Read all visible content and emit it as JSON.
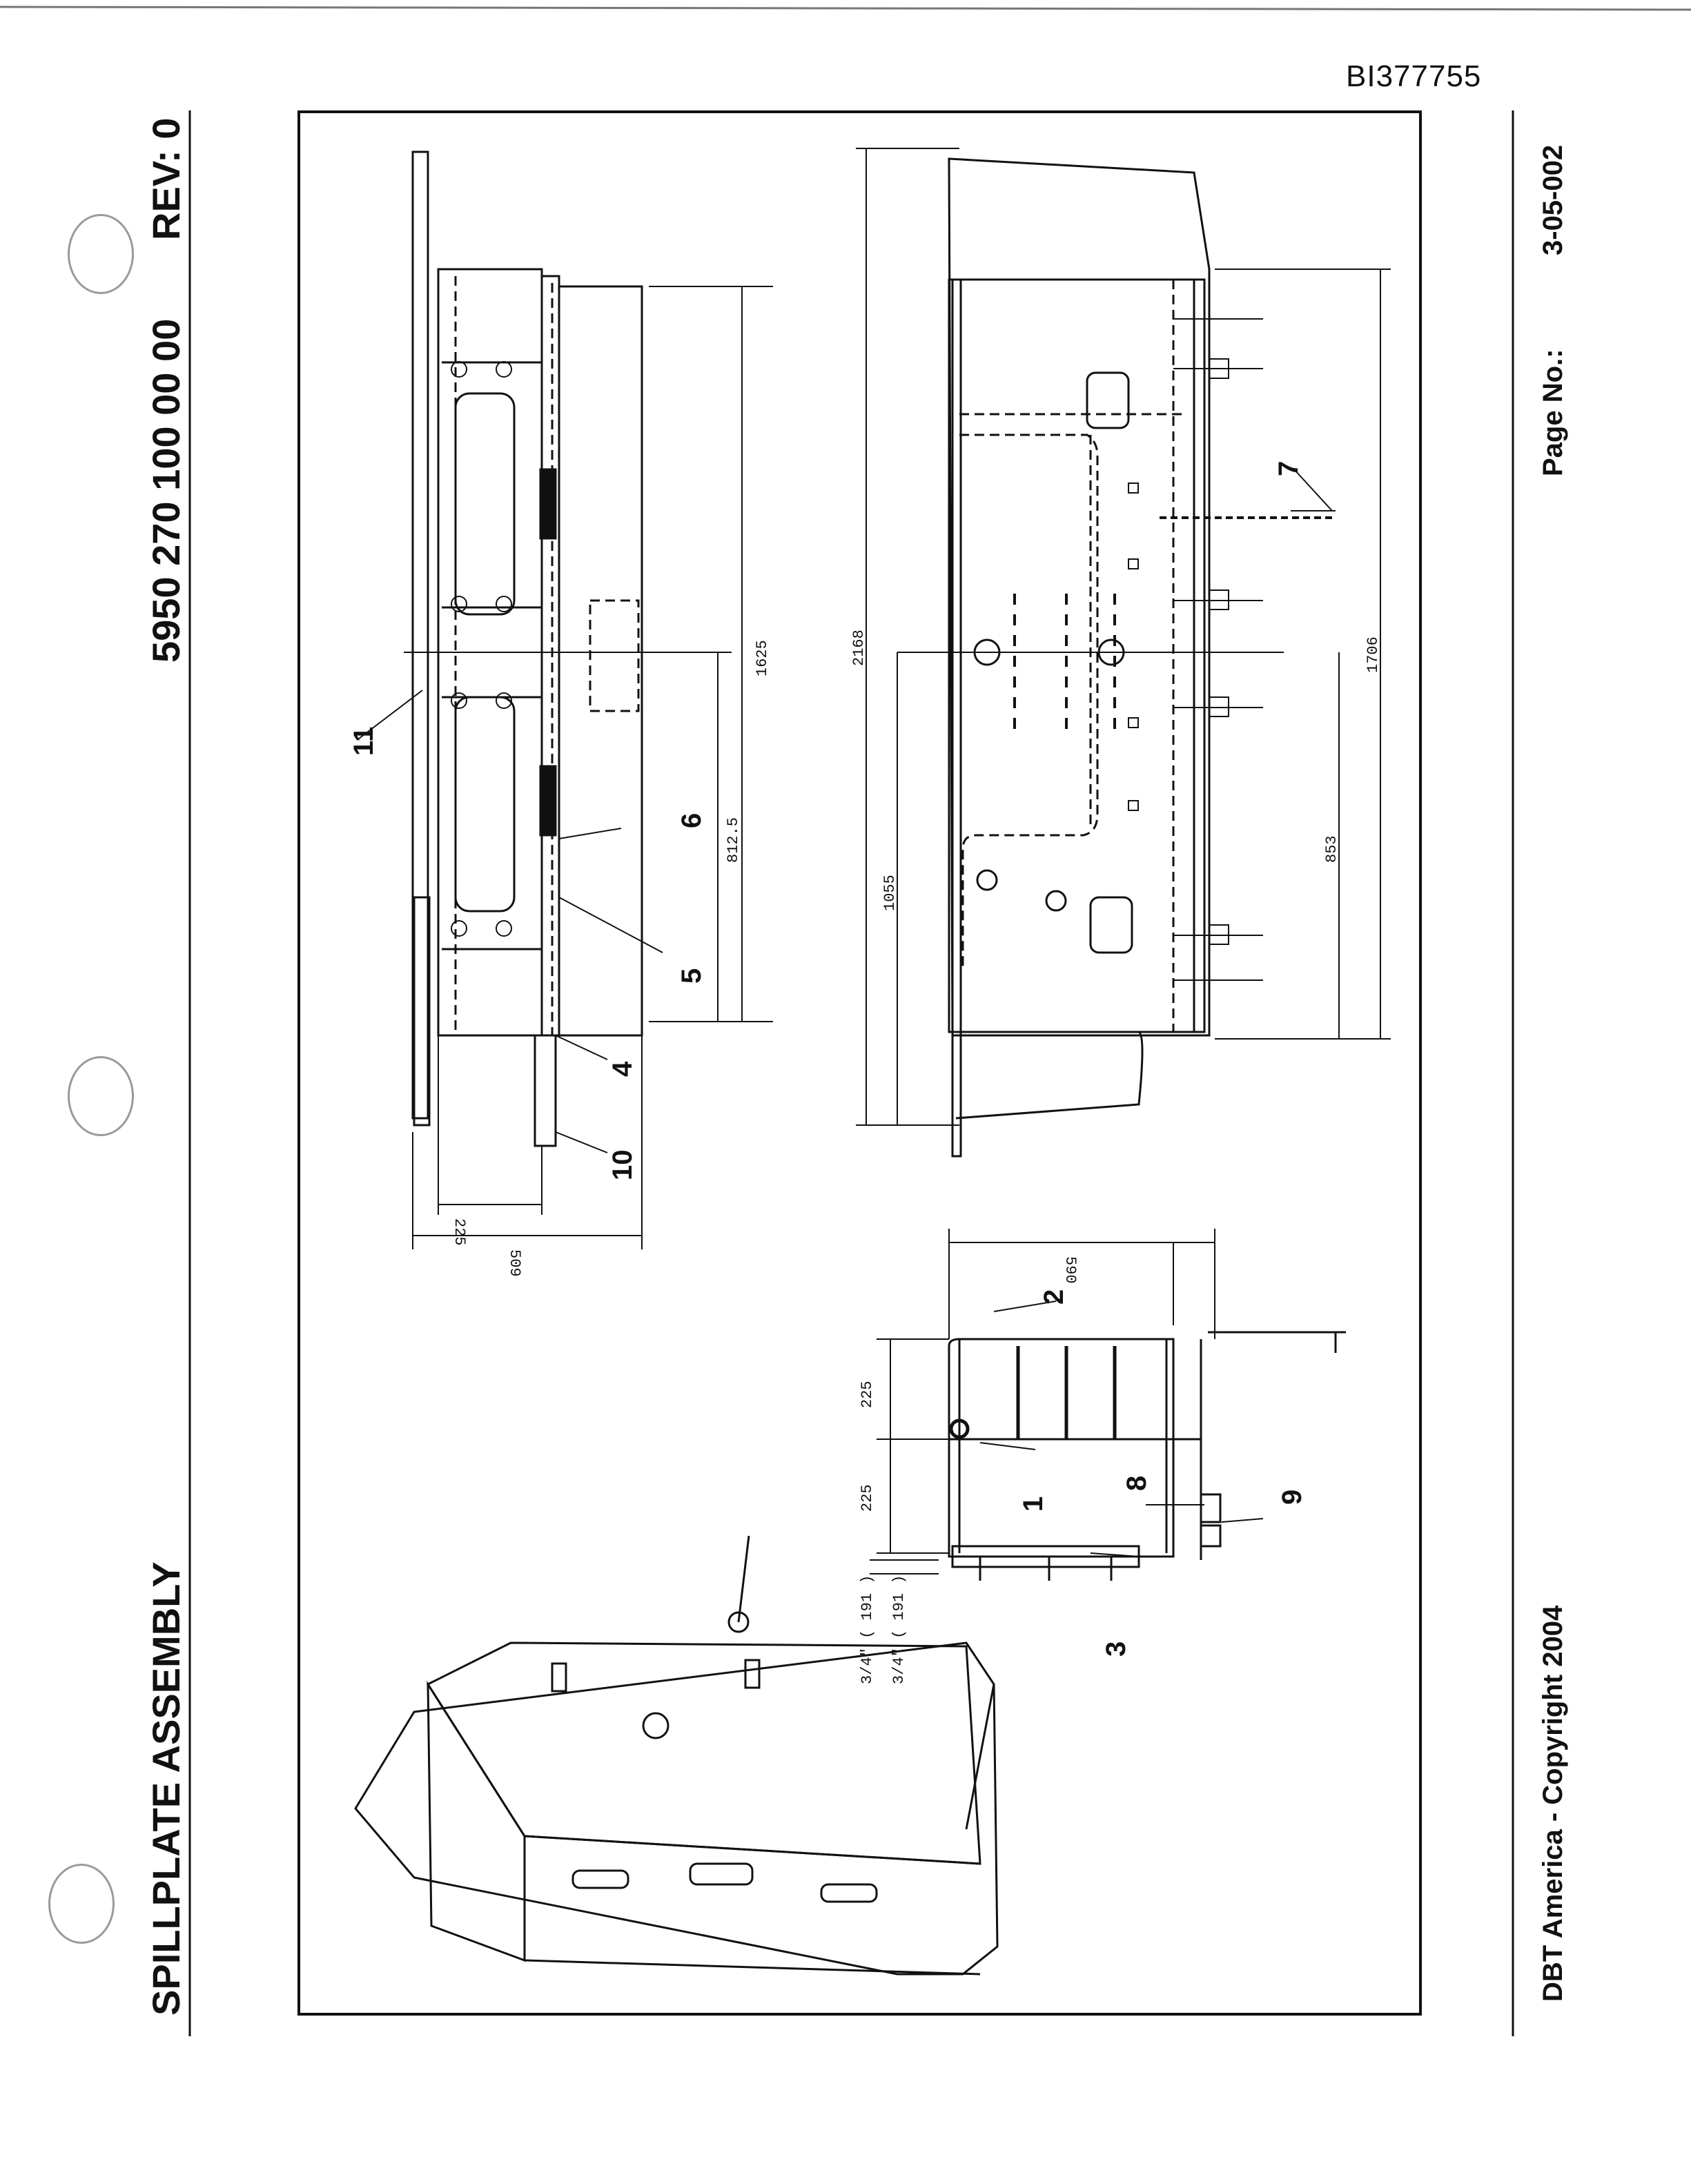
{
  "header": {
    "doc_id": "BI377755",
    "title": "SPILLPLATE ASSEMBLY",
    "part_number": "5950 270 100 00 00",
    "rev": "REV: 0"
  },
  "footer": {
    "copyright": "DBT America - Copyright 2004",
    "page_label": "Page No.:",
    "date": "3-05-002"
  },
  "callouts": {
    "c1": "1",
    "c2": "2",
    "c3": "3",
    "c4": "4",
    "c5": "5",
    "c6": "6",
    "c7": "7",
    "c8": "8",
    "c9": "9",
    "c10": "10",
    "c11": "11"
  },
  "dimensions": {
    "d1625": "1625",
    "d8125": "812.5",
    "d225a": "225",
    "d509": "509",
    "d2168": "2168",
    "d1055": "1055",
    "d1706": "1706",
    "d853": "853",
    "d590": "590",
    "d225b": "225",
    "d225c": "225",
    "d191a": "3/4\" ( 191 )",
    "d191b": "3/4\" ( 191 )"
  }
}
